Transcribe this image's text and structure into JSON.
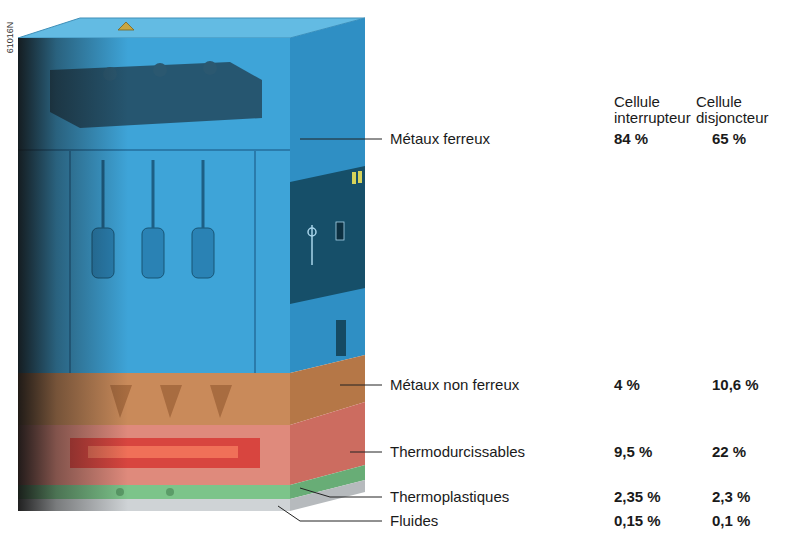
{
  "diagram": {
    "labels": [
      "61016N",
      "Cellule interrupteur",
      "Cellule disjoncteur",
      "Métaux ferreux",
      "84 %",
      "65 %",
      "Métaux non ferreux",
      "4 %",
      "10,6 %",
      "Thermodurcissables",
      "9,5 %",
      "22 %",
      "Thermoplastiques",
      "2,35 %",
      "2,3 %",
      "Fluides",
      "0,15 %",
      "0,1 %"
    ]
  }
}
